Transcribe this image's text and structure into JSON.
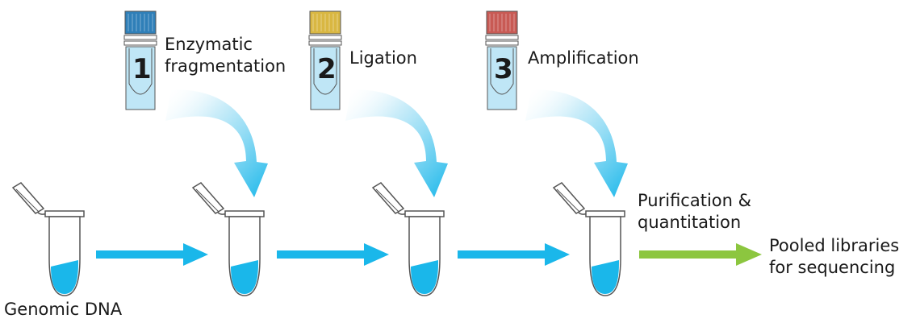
{
  "steps": [
    {
      "number": "1",
      "label_lines": [
        "Enzymatic",
        "fragmentation"
      ],
      "cap_color": "#2f7fb8"
    },
    {
      "number": "2",
      "label_lines": [
        "Ligation"
      ],
      "cap_color": "#d9b742"
    },
    {
      "number": "3",
      "label_lines": [
        "Amplification"
      ],
      "cap_color": "#c85a54"
    }
  ],
  "labels": {
    "start": "Genomic DNA",
    "purification": [
      "Purification &",
      "quantitation"
    ],
    "end": [
      "Pooled libraries",
      "for sequencing"
    ]
  },
  "colors": {
    "flow_arrow": "#1ab7ea",
    "final_arrow": "#8cc63f",
    "liquid": "#1ab7ea",
    "tube_fill": "#bfe6f6",
    "outline": "#555555"
  }
}
